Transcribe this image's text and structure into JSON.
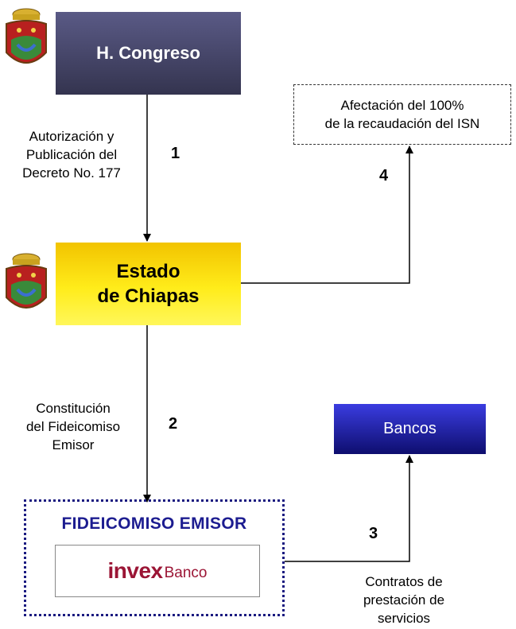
{
  "nodes": {
    "congreso": "H. Congreso",
    "estado": "Estado\nde Chiapas",
    "afectacion": "Afectación del 100%\nde la recaudación del ISN",
    "bancos": "Bancos",
    "fideicomiso_title": "FIDEICOMISO  EMISOR",
    "fiduciario_brand": "invex",
    "fiduciario_bank": "Banco"
  },
  "edges": {
    "step1": {
      "number": "1",
      "label": "Autorización y\nPublicación del\nDecreto No. 177"
    },
    "step2": {
      "number": "2",
      "label": "Constitución\ndel Fideicomiso\nEmisor"
    },
    "step3": {
      "number": "3",
      "label": "Contratos de\nprestación de\nservicios"
    },
    "step4": {
      "number": "4",
      "label": ""
    }
  },
  "icons": {
    "seal": "chiapas-coat-of-arms-icon"
  },
  "colors": {
    "congreso": "#3f3f5f",
    "estado": "#ffe600",
    "bancos": "#1a1ab0",
    "fideicomiso_border": "#1a1a80",
    "invex": "#9b1535"
  }
}
